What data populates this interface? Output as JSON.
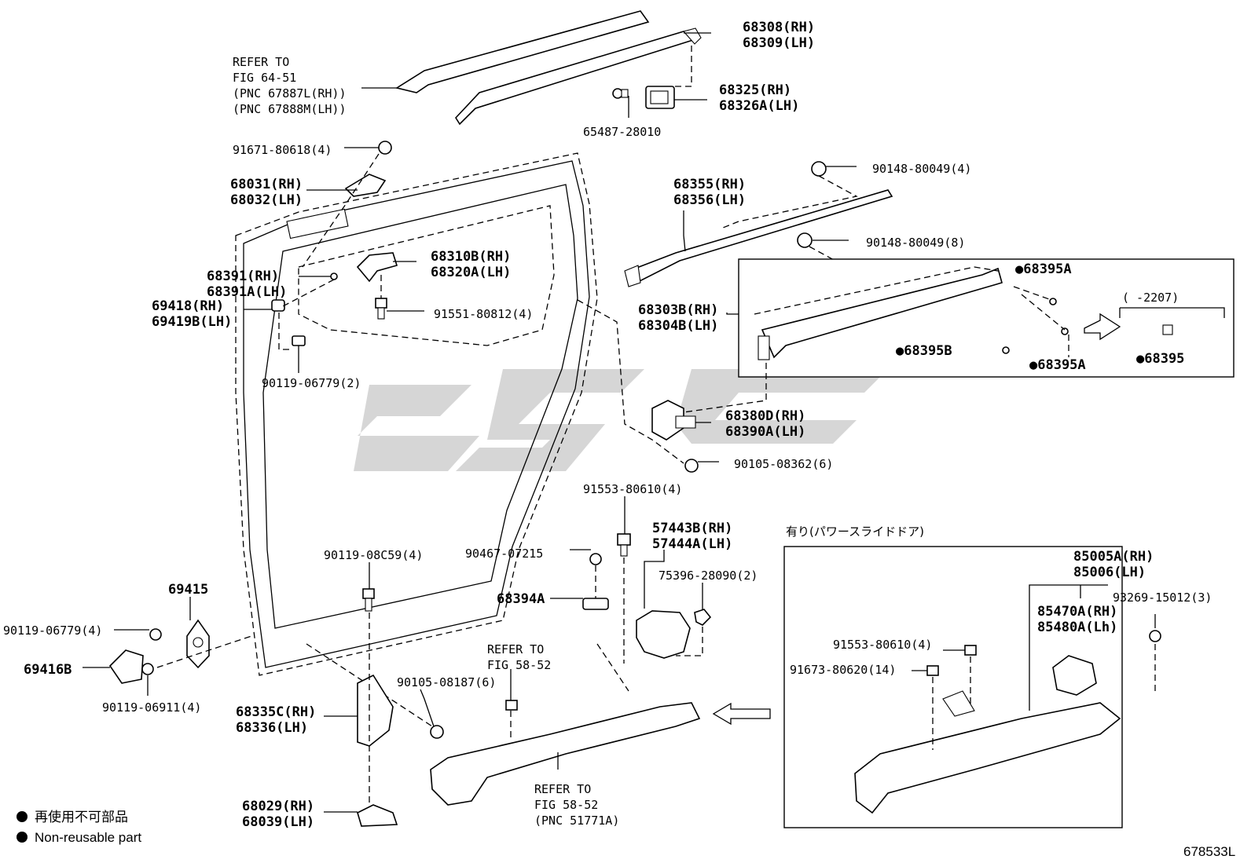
{
  "diagram_id": "678533L",
  "watermark": "CSG",
  "legend": {
    "jp": "再使用不可部品",
    "en": "Non-reusable part"
  },
  "inset_power_slide": {
    "title": "有り(パワースライドドア)"
  },
  "inset_rail_note": {
    "range": "(      -2207)"
  },
  "labels": {
    "p68308": "68308(RH)",
    "p68309": "68309(LH)",
    "refer1_a": "REFER TO",
    "refer1_b": "FIG 64-51",
    "refer1_c": "(PNC 67887L(RH))",
    "refer1_d": "(PNC 67888M(LH))",
    "p68325": "68325(RH)",
    "p68326": "68326A(LH)",
    "p65487": "65487-28010",
    "p91671": "91671-80618(4)",
    "p68031": "68031(RH)",
    "p68032": "68032(LH)",
    "p90148a": "90148-80049(4)",
    "p68355": "68355(RH)",
    "p68356": "68356(LH)",
    "p90148b": "90148-80049(8)",
    "p68310": "68310B(RH)",
    "p68320": "68320A(LH)",
    "p68391": "68391(RH)",
    "p68391a": "68391A(LH)",
    "p69418": "69418(RH)",
    "p69419": "69419B(LH)",
    "p91551": "91551-80812(4)",
    "p68395a_top": "●68395A",
    "p68303": "68303B(RH)",
    "p68304": "68304B(LH)",
    "p68395b": "●68395B",
    "p68395a_bot": "●68395A",
    "p68395": "●68395",
    "p90119_06779a": "90119-06779(2)",
    "p68380": "68380D(RH)",
    "p68390": "68390A(LH)",
    "p90105_08362": "90105-08362(6)",
    "p91553a": "91553-80610(4)",
    "p57443": "57443B(RH)",
    "p57444": "57444A(LH)",
    "p90467": "90467-07215",
    "p75396": "75396-28090(2)",
    "p90119_08c59": "90119-08C59(4)",
    "p69415": "69415",
    "p68394": "68394A",
    "p90119_06779b": "90119-06779(4)",
    "p69416": "69416B",
    "p90119_06911": "90119-06911(4)",
    "refer2_a": "REFER TO",
    "refer2_b": "FIG 58-52",
    "p90105_08187": "90105-08187(6)",
    "p68335": "68335C(RH)",
    "p68336": "68336(LH)",
    "refer3_a": "REFER TO",
    "refer3_b": "FIG 58-52",
    "refer3_c": "(PNC 51771A)",
    "p68029": "68029(RH)",
    "p68039": "68039(LH)",
    "p85005": "85005A(RH)",
    "p85006": "85006(LH)",
    "p93269": "93269-15012(3)",
    "p85470": "85470A(RH)",
    "p85480": "85480A(Lh)",
    "p91553b": "91553-80610(4)",
    "p91673": "91673-80620(14)"
  }
}
